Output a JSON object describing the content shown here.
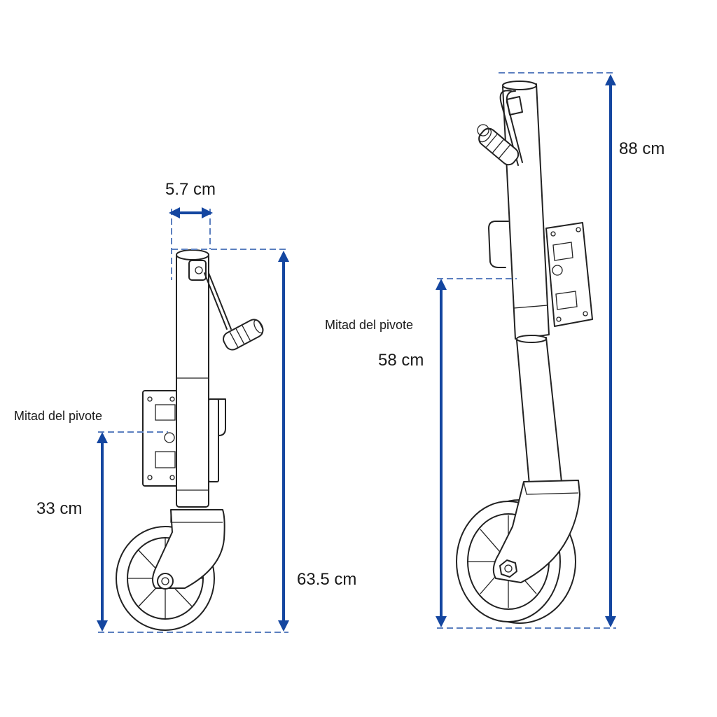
{
  "left_jack": {
    "width_label": "5.7 cm",
    "pivot_label": "Mitad del pivote",
    "pivot_height_label": "33 cm",
    "total_height_label": "63.5 cm"
  },
  "right_jack": {
    "pivot_label": "Mitad del pivote",
    "pivot_height_label": "58 cm",
    "total_height_label": "88 cm"
  },
  "colors": {
    "dimension_arrow": "#1446a0",
    "guide_dash": "#5b7fbf",
    "line_art": "#222222"
  }
}
